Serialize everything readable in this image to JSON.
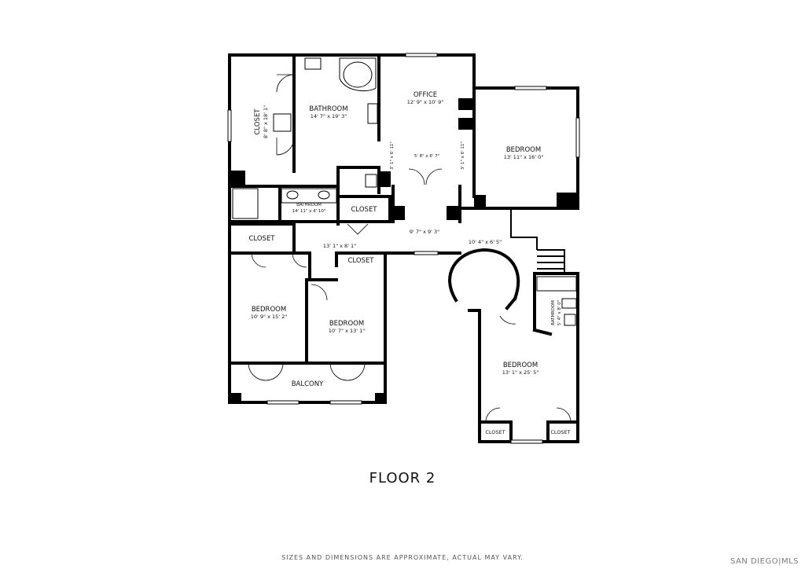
{
  "floor_title": "FLOOR 2",
  "footer_note": "SIZES AND DIMENSIONS ARE APPROXIMATE, ACTUAL MAY VARY.",
  "logo_text": "SAN DIEGO|MLS",
  "rooms": {
    "closet_left": {
      "name": "CLOSET",
      "dims": "8' 8\" x 18' 1\""
    },
    "bathroom_master": {
      "name": "BATHROOM",
      "dims": "14' 7\" x 19' 3\""
    },
    "office": {
      "name": "OFFICE",
      "dims": "12' 9\" x 10' 9\""
    },
    "bedroom_ne": {
      "name": "BEDROOM",
      "dims": "13' 11\" x 16' 0\""
    },
    "hall_small_1": {
      "dims": "3' 1\" x 6' 11\""
    },
    "hall_mid": {
      "dims": "5' 8\" x 6' 7\""
    },
    "hall_small_2": {
      "dims": "3' 1\" x 6' 11\""
    },
    "bathroom_small": {
      "name": "BATHROOM",
      "dims": "14' 11\" x 4' 10\""
    },
    "closet_center": {
      "name": "CLOSET"
    },
    "hall_center": {
      "dims": "9' 7\" x 9' 3\""
    },
    "hall_right": {
      "dims": "10' 4\" x 6' 5\""
    },
    "closet_west": {
      "name": "CLOSET"
    },
    "hall_west": {
      "dims": "13' 1\" x 8' 1\""
    },
    "closet_mid": {
      "name": "CLOSET"
    },
    "bedroom_w": {
      "name": "BEDROOM",
      "dims": "10' 9\" x 15' 2\""
    },
    "bedroom_mid": {
      "name": "BEDROOM",
      "dims": "10' 7\" x 13' 1\""
    },
    "balcony": {
      "name": "BALCONY"
    },
    "bathroom_east": {
      "name": "BATHROOM",
      "dims": "5' 4\" x 8' 0\""
    },
    "bedroom_se": {
      "name": "BEDROOM",
      "dims": "13' 1\" x 25' 5\""
    },
    "closet_se_left": {
      "name": "CLOSET"
    },
    "closet_se_right": {
      "name": "CLOSET"
    }
  }
}
